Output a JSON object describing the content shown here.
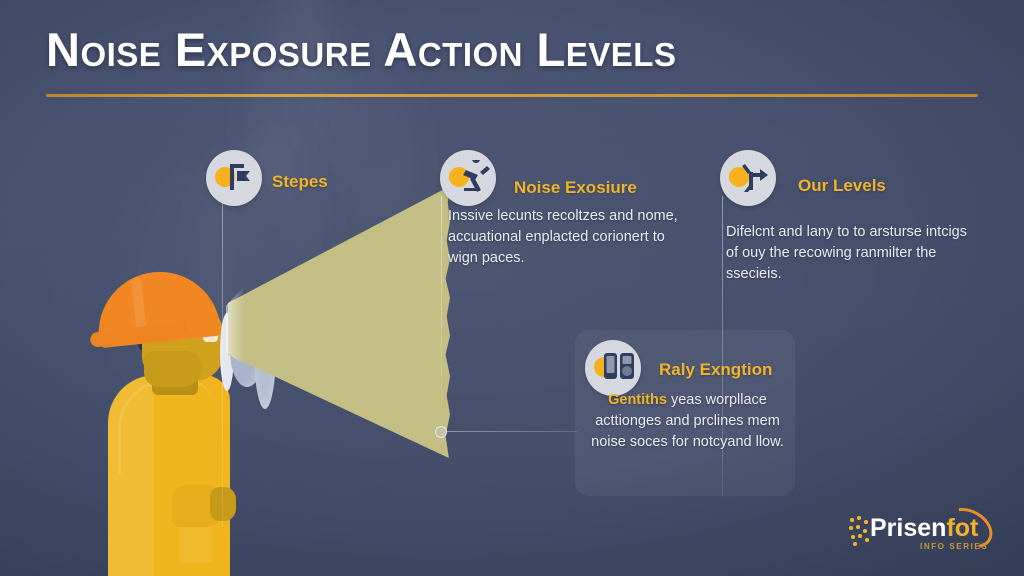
{
  "header": {
    "title": "Noise Exposure Action Levels",
    "rule_color": "#cf9a33"
  },
  "theme": {
    "background": "#46506d",
    "accent_gold": "#f0b42a",
    "text_light": "#e9ecf3",
    "icon_circle": "#d5d8de",
    "icon_dot": "#f6b11e",
    "cone_color": "#c3bf84",
    "hardhat": "#f08722",
    "jacket": "#f0b41c"
  },
  "illustration": {
    "name": "worker-shouting-through-megaphone",
    "hardhat_color": "#f08722",
    "jacket_color": "#f0b41c",
    "sound_cone_color": "#c3bf84"
  },
  "callouts": [
    {
      "id": "stepes",
      "icon": "signpost-icon",
      "title": "Stepes",
      "body": ""
    },
    {
      "id": "noise-exosiure",
      "icon": "worker-tools-icon",
      "title": "Noise Exosiure",
      "body": "Inssive lecunts recoltzes and nome, accuational enplacted corionert to wign paces."
    },
    {
      "id": "our-levels",
      "icon": "direction-arrow-icon",
      "title": "Our Levels",
      "body": "Difelcnt and lany to to arsturse intcigs of ouy the recowing ranmilter the ssecieis."
    },
    {
      "id": "raly-exngtion",
      "icon": "sound-meter-icon",
      "title": "Raly Exngtion",
      "body_lead": "Gentiths",
      "body": "yeas worpllace acttionges and prclines mem noise soces for notcyand llow."
    }
  ],
  "logo": {
    "name_primary": "Prisen",
    "name_accent": "fot",
    "tagline": "INFO SERIES"
  }
}
